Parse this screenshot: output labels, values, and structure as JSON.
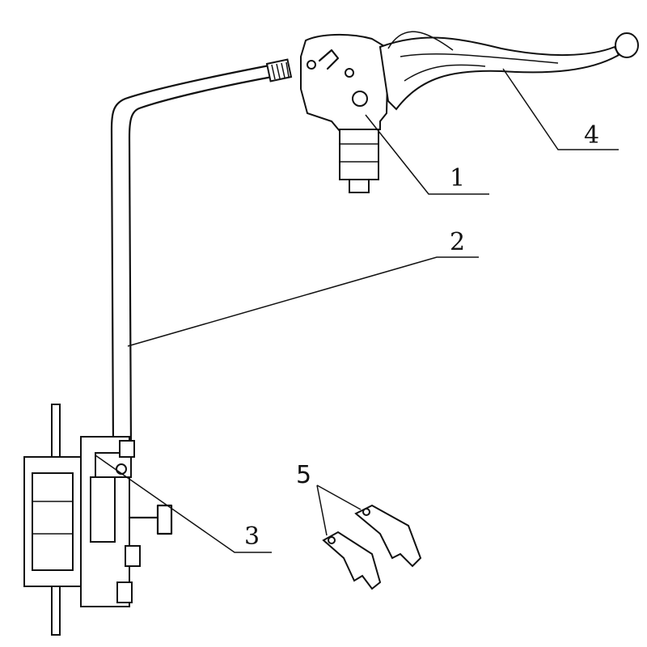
{
  "diagram": {
    "callouts": [
      {
        "id": "label-1",
        "text": "1"
      },
      {
        "id": "label-2",
        "text": "2"
      },
      {
        "id": "label-3",
        "text": "3"
      },
      {
        "id": "label-4",
        "text": "4"
      },
      {
        "id": "label-5",
        "text": "5"
      }
    ],
    "colors": {
      "ink": "#111111",
      "background": "#ffffff"
    }
  }
}
